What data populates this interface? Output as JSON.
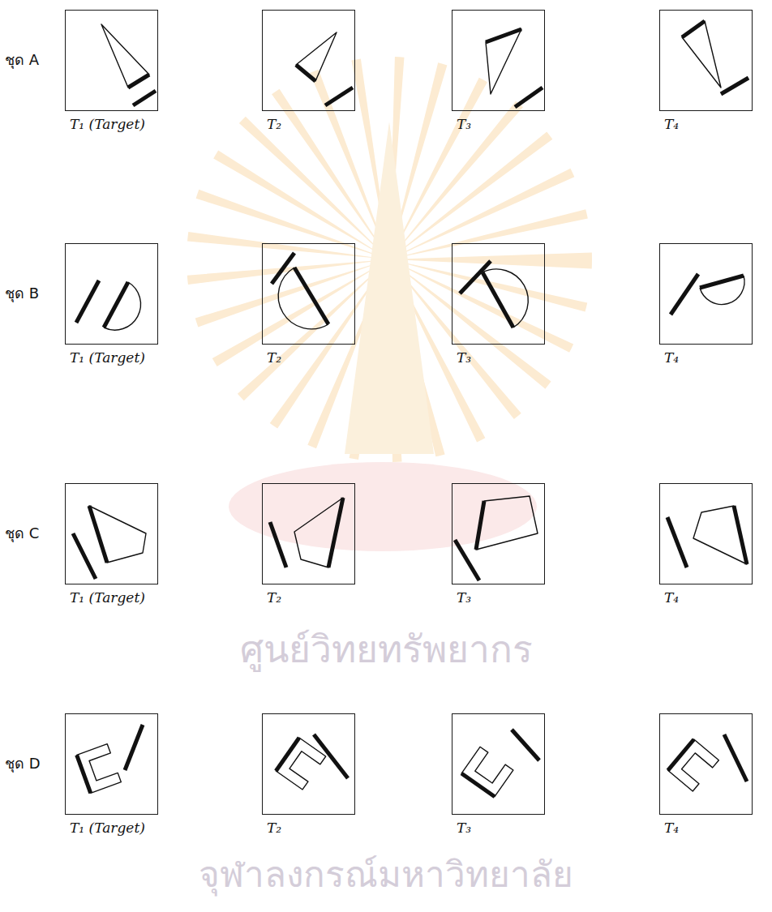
{
  "diagram": {
    "nodes": [
      {
        "text": [
          "T₁ (Target)"
        ]
      },
      {
        "text": [
          "T₂"
        ]
      },
      {
        "text": [
          "T₃"
        ]
      },
      {
        "text": [
          "T₄"
        ]
      },
      {
        "text": [
          "T₁ (Target)"
        ]
      },
      {
        "text": [
          "T₂"
        ]
      },
      {
        "text": [
          "T₃"
        ]
      },
      {
        "text": [
          "T₄"
        ]
      },
      {
        "text": [
          "T₁ (Target)"
        ]
      },
      {
        "text": [
          "T₂"
        ]
      },
      {
        "text": [
          "T₃"
        ]
      },
      {
        "text": [
          "T₄"
        ]
      },
      {
        "text": [
          "T₁ (Target)"
        ]
      },
      {
        "text": [
          "T₂"
        ]
      },
      {
        "text": [
          "T₃"
        ]
      },
      {
        "text": [
          "T₄"
        ]
      }
    ],
    "labels": [
      "ชุด A",
      "ชุด B",
      "ชุด C",
      "ชุด D",
      "ศูนย์วิทยทรัพยากร",
      "จุฬาลงกรณ์มหาวิทยาลัย"
    ]
  }
}
